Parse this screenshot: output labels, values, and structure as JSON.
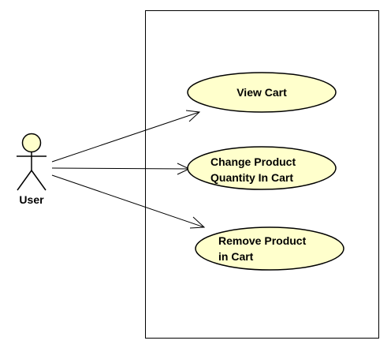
{
  "diagram": {
    "actor": {
      "name": "User"
    },
    "use_cases": [
      {
        "lines": [
          "View Cart"
        ]
      },
      {
        "lines": [
          "Change Product",
          "Quantity In Cart"
        ]
      },
      {
        "lines": [
          "Remove Product",
          "in Cart"
        ]
      }
    ],
    "colors": {
      "use_case_fill": "#ffffcc",
      "actor_fill": "#ffffcc",
      "stroke": "#000000",
      "background": "#ffffff"
    }
  }
}
